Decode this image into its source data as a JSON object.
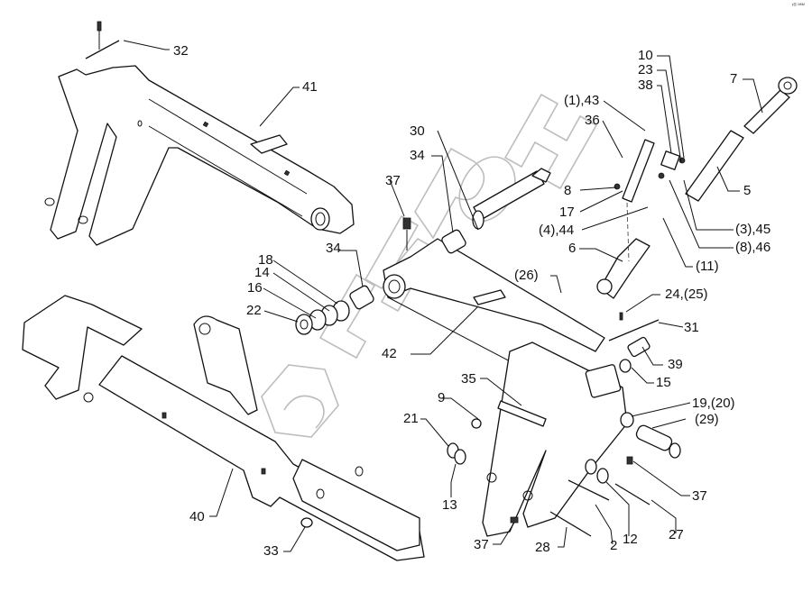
{
  "diagram": {
    "type": "exploded-parts-view",
    "corner_mark": "r® ᴹᴹᴹ",
    "watermark_text": "БИБОН",
    "assemblies": [
      {
        "id": "41",
        "name": "upper-arm-frame"
      },
      {
        "id": "40",
        "name": "lower-main-beam"
      },
      {
        "id": "42",
        "name": "middle-link-arm"
      }
    ],
    "labels": [
      {
        "key": "p32",
        "text": "32"
      },
      {
        "key": "p41",
        "text": "41"
      },
      {
        "key": "p37a",
        "text": "37"
      },
      {
        "key": "p34a",
        "text": "34"
      },
      {
        "key": "p30",
        "text": "30"
      },
      {
        "key": "p34b",
        "text": "34"
      },
      {
        "key": "p18",
        "text": "18"
      },
      {
        "key": "p14",
        "text": "14"
      },
      {
        "key": "p16",
        "text": "16"
      },
      {
        "key": "p22",
        "text": "22"
      },
      {
        "key": "p42",
        "text": "42"
      },
      {
        "key": "p26",
        "text": "(26)"
      },
      {
        "key": "p1_43",
        "text": "(1),43"
      },
      {
        "key": "p36",
        "text": "36"
      },
      {
        "key": "p10",
        "text": "10"
      },
      {
        "key": "p23",
        "text": "23"
      },
      {
        "key": "p38",
        "text": "38"
      },
      {
        "key": "p7",
        "text": "7"
      },
      {
        "key": "p8",
        "text": "8"
      },
      {
        "key": "p17",
        "text": "17"
      },
      {
        "key": "p4_44",
        "text": "(4),44"
      },
      {
        "key": "p5",
        "text": "5"
      },
      {
        "key": "p3_45",
        "text": "(3),45"
      },
      {
        "key": "p8_46",
        "text": "(8),46"
      },
      {
        "key": "p11",
        "text": "(11)"
      },
      {
        "key": "p6",
        "text": "6"
      },
      {
        "key": "p24_25",
        "text": "24,(25)"
      },
      {
        "key": "p31",
        "text": "31"
      },
      {
        "key": "p39",
        "text": "39"
      },
      {
        "key": "p15",
        "text": "15"
      },
      {
        "key": "p19_20",
        "text": "19,(20)"
      },
      {
        "key": "p29",
        "text": "(29)"
      },
      {
        "key": "p35",
        "text": "35"
      },
      {
        "key": "p9",
        "text": "9"
      },
      {
        "key": "p21",
        "text": "21"
      },
      {
        "key": "p13",
        "text": "13"
      },
      {
        "key": "p37b",
        "text": "37"
      },
      {
        "key": "p37c",
        "text": "37"
      },
      {
        "key": "p28",
        "text": "28"
      },
      {
        "key": "p2",
        "text": "2"
      },
      {
        "key": "p12",
        "text": "12"
      },
      {
        "key": "p27",
        "text": "27"
      },
      {
        "key": "p40",
        "text": "40"
      },
      {
        "key": "p33",
        "text": "33"
      }
    ]
  }
}
